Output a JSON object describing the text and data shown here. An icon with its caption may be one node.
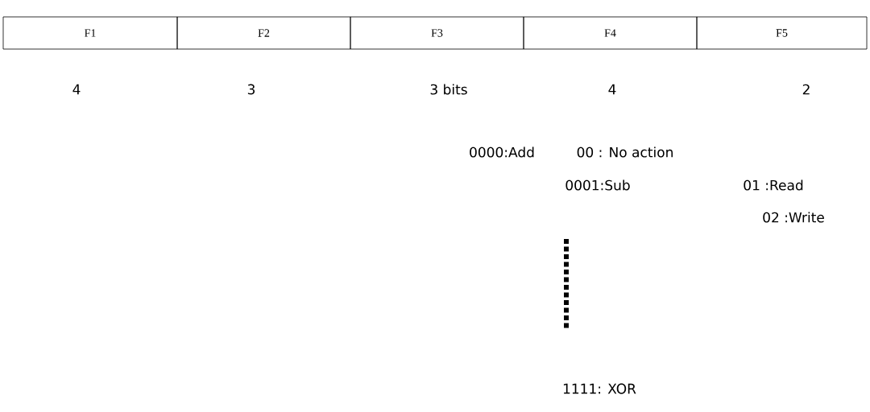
{
  "diagram": {
    "nodes": [
      {
        "text": [
          "F1"
        ]
      },
      {
        "text": [
          "F2"
        ]
      },
      {
        "text": [
          "F3"
        ]
      },
      {
        "text": [
          "F4"
        ]
      },
      {
        "text": [
          "F5"
        ]
      }
    ],
    "labels": [
      "4",
      "3",
      "3 bits",
      "4",
      "2",
      "0000:Add",
      "00 : No action",
      "0001:Sub",
      "01 :Read",
      "02 :Write",
      "1111: XOR"
    ]
  }
}
